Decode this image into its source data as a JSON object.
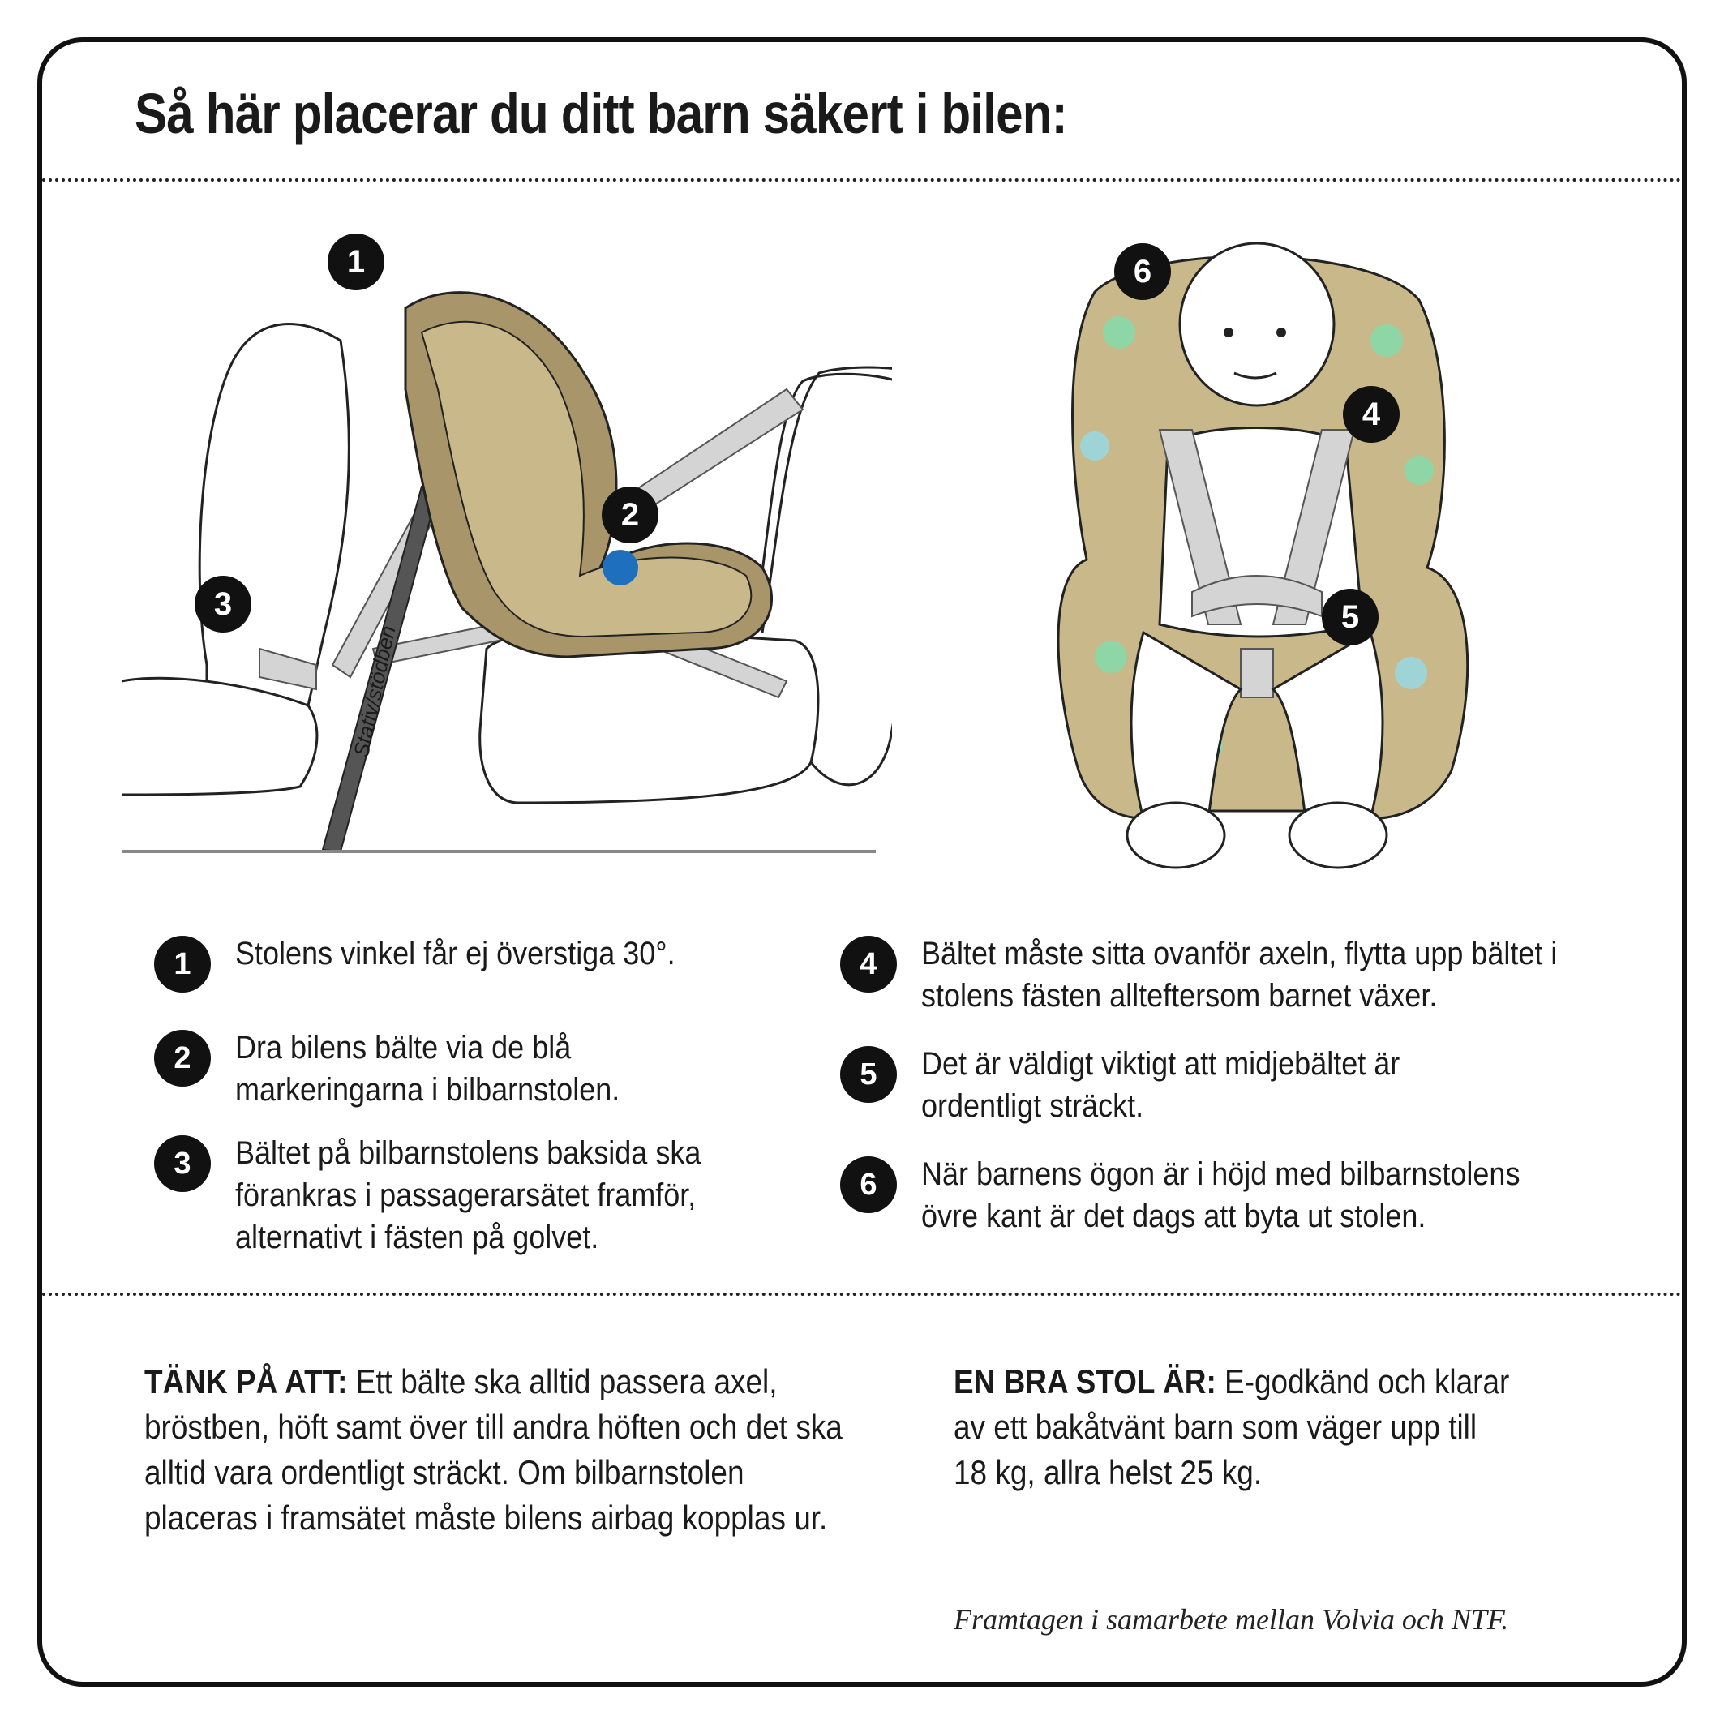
{
  "title": "Så här placerar du ditt barn säkert i bilen:",
  "illustration_label": "Stativ/stödben",
  "badges": [
    "1",
    "2",
    "3",
    "4",
    "5",
    "6"
  ],
  "steps": [
    {
      "num": "1",
      "text": "Stolens vinkel får ej överstiga 30°."
    },
    {
      "num": "2",
      "text": "Dra bilens bälte via de blå markeringarna i bilbarnstolen."
    },
    {
      "num": "3",
      "text": "Bältet på bilbarnstolens baksida ska förankras i passagerarsätet framför, alternativt i fästen på golvet."
    },
    {
      "num": "4",
      "text": "Bältet måste sitta ovanför axeln, flytta upp bältet i stolens fästen allteftersom barnet växer."
    },
    {
      "num": "5",
      "text": "Det är väldigt viktigt att midjebältet är ordentligt sträckt."
    },
    {
      "num": "6",
      "text": "När barnens ögon är i höjd med bilbarnstolens övre kant är det dags att byta ut stolen."
    }
  ],
  "tips": {
    "lead": "TÄNK PÅ ATT:",
    "text": " Ett bälte ska alltid passera axel, bröstben, höft samt över till andra höften och det ska alltid vara ordentligt sträckt. Om bilbarnstolen placeras i framsätet måste bilens airbag kopplas ur."
  },
  "good_seat": {
    "lead": "EN BRA STOL ÄR:",
    "text": " E-godkänd och klarar av ett bakåtvänt barn som väger upp till 18 kg, allra helst 25 kg."
  },
  "credit": "Framtagen i samarbete mellan Volvia och NTF.",
  "colors": {
    "seat": "#c9b98a",
    "seat_dark": "#a8956a",
    "belt": "#d4d4d4",
    "blue_mark": "#1f6fbf",
    "pattern_green": "#8fd6a6",
    "pattern_blue": "#9fd4d6"
  }
}
